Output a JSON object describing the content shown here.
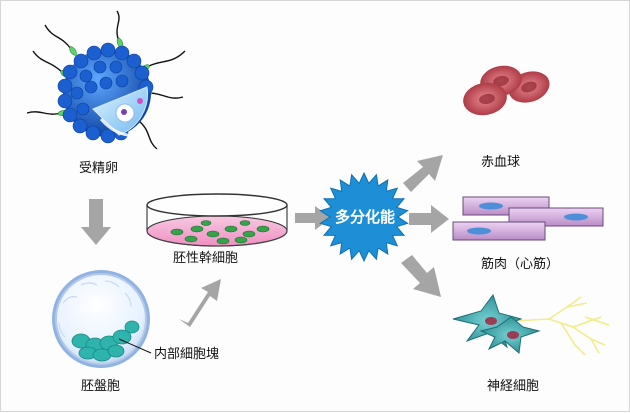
{
  "labels": {
    "fertilized_egg": "受精卵",
    "es_cell": "胚性幹細胞",
    "blastocyst": "胚盤胞",
    "inner_cell_mass": "内部細胞塊",
    "pluripotency": "多分化能",
    "red_blood_cell": "赤血球",
    "muscle": "筋肉（心筋）",
    "nerve_cell": "神経細胞"
  },
  "colors": {
    "arrow": "#a5a5a5",
    "burst": "#1e8fd6",
    "egg": "#1f5ec9",
    "dish_medium": "#f2a6cf",
    "colony": "#3da34a",
    "rbc": "#c8505a",
    "muscle": "#cfa7d8",
    "nerve": "#3a9fa6",
    "blastocyst_icm": "#2fb3ad"
  }
}
